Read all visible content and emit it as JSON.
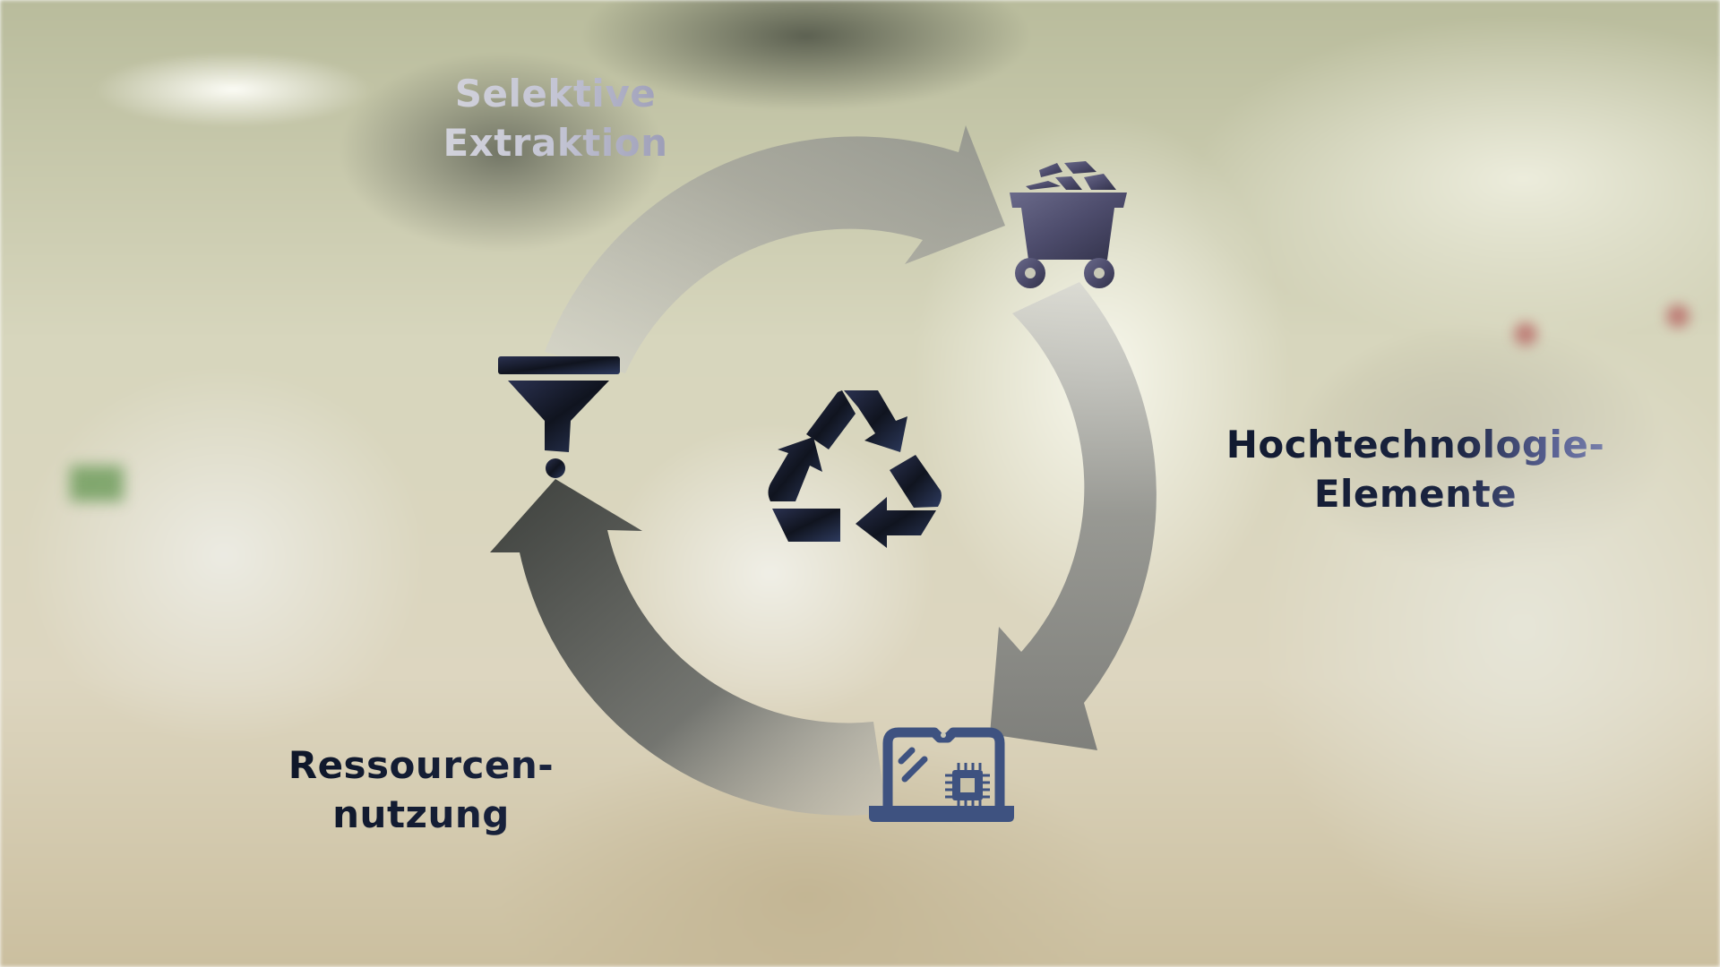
{
  "diagram": {
    "type": "circular-cycle",
    "center_icon": "recycle-icon",
    "nodes": [
      {
        "id": "selective-extraction",
        "lines": [
          "Selektive",
          "Extraktion"
        ],
        "icon": "funnel-icon"
      },
      {
        "id": "high-tech-elements",
        "lines": [
          "Hochtechnologie-",
          "Elemente"
        ],
        "icon": "mine-cart-icon"
      },
      {
        "id": "resource-use",
        "lines": [
          "Ressourcen-",
          "nutzung"
        ],
        "icon": "laptop-chip-icon"
      }
    ],
    "arrows": [
      {
        "from": "funnel-icon",
        "to": "mine-cart-icon"
      },
      {
        "from": "mine-cart-icon",
        "to": "laptop-chip-icon"
      },
      {
        "from": "laptop-chip-icon",
        "to": "funnel-icon"
      }
    ],
    "colors": {
      "icon_dark": "#1b2238",
      "icon_cart": "#4a4a68",
      "icon_laptop": "#3f5585",
      "label_dark": "#16203a",
      "label_light": "#c7c8d6",
      "arrow_light": "#b9b9b2",
      "arrow_dark": "#3c403c"
    }
  },
  "labels": {
    "selective": {
      "line1": "Selektive",
      "line2": "Extraktion"
    },
    "hightech": {
      "line1": "Hochtechnologie-",
      "line2": "Elemente"
    },
    "resource": {
      "line1": "Ressourcen-",
      "line2": "nutzung"
    }
  }
}
